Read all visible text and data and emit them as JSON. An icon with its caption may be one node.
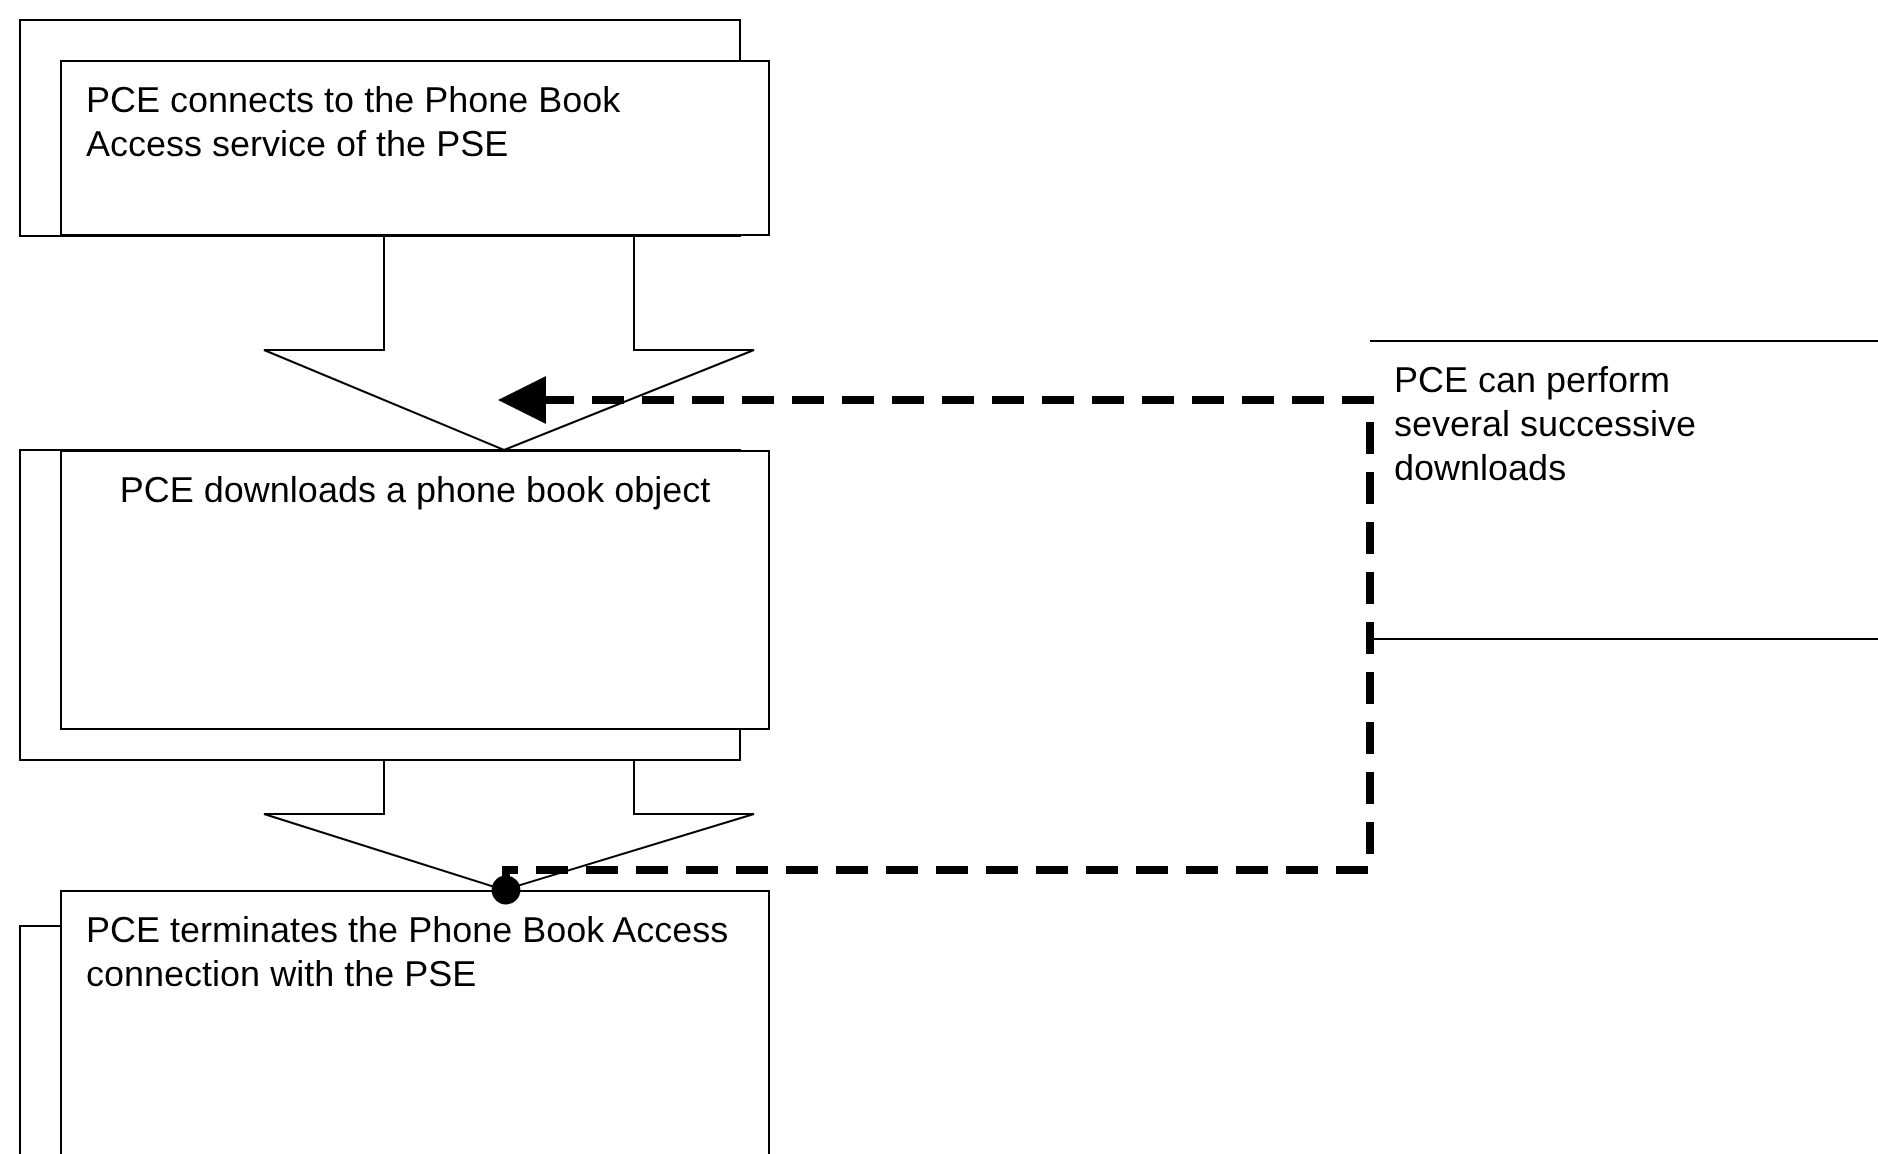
{
  "diagram": {
    "nodes": [
      {
        "text": [
          "PCE connects to the Phone Book Access service of the PSE"
        ]
      },
      {
        "text": [
          "PCE downloads a phone book object"
        ]
      },
      {
        "text": [
          "PCE terminates the Phone Book Access connection with the PSE"
        ]
      },
      {
        "text": [
          "PCE can perform several successive downloads"
        ]
      }
    ],
    "edges": [
      {
        "from": 0,
        "to": 1,
        "arrow": "to"
      },
      {
        "from": 1,
        "to": 2,
        "arrow": "to"
      },
      {
        "from": 2,
        "to": 1,
        "arrow": "to",
        "style": "dashed"
      }
    ]
  }
}
